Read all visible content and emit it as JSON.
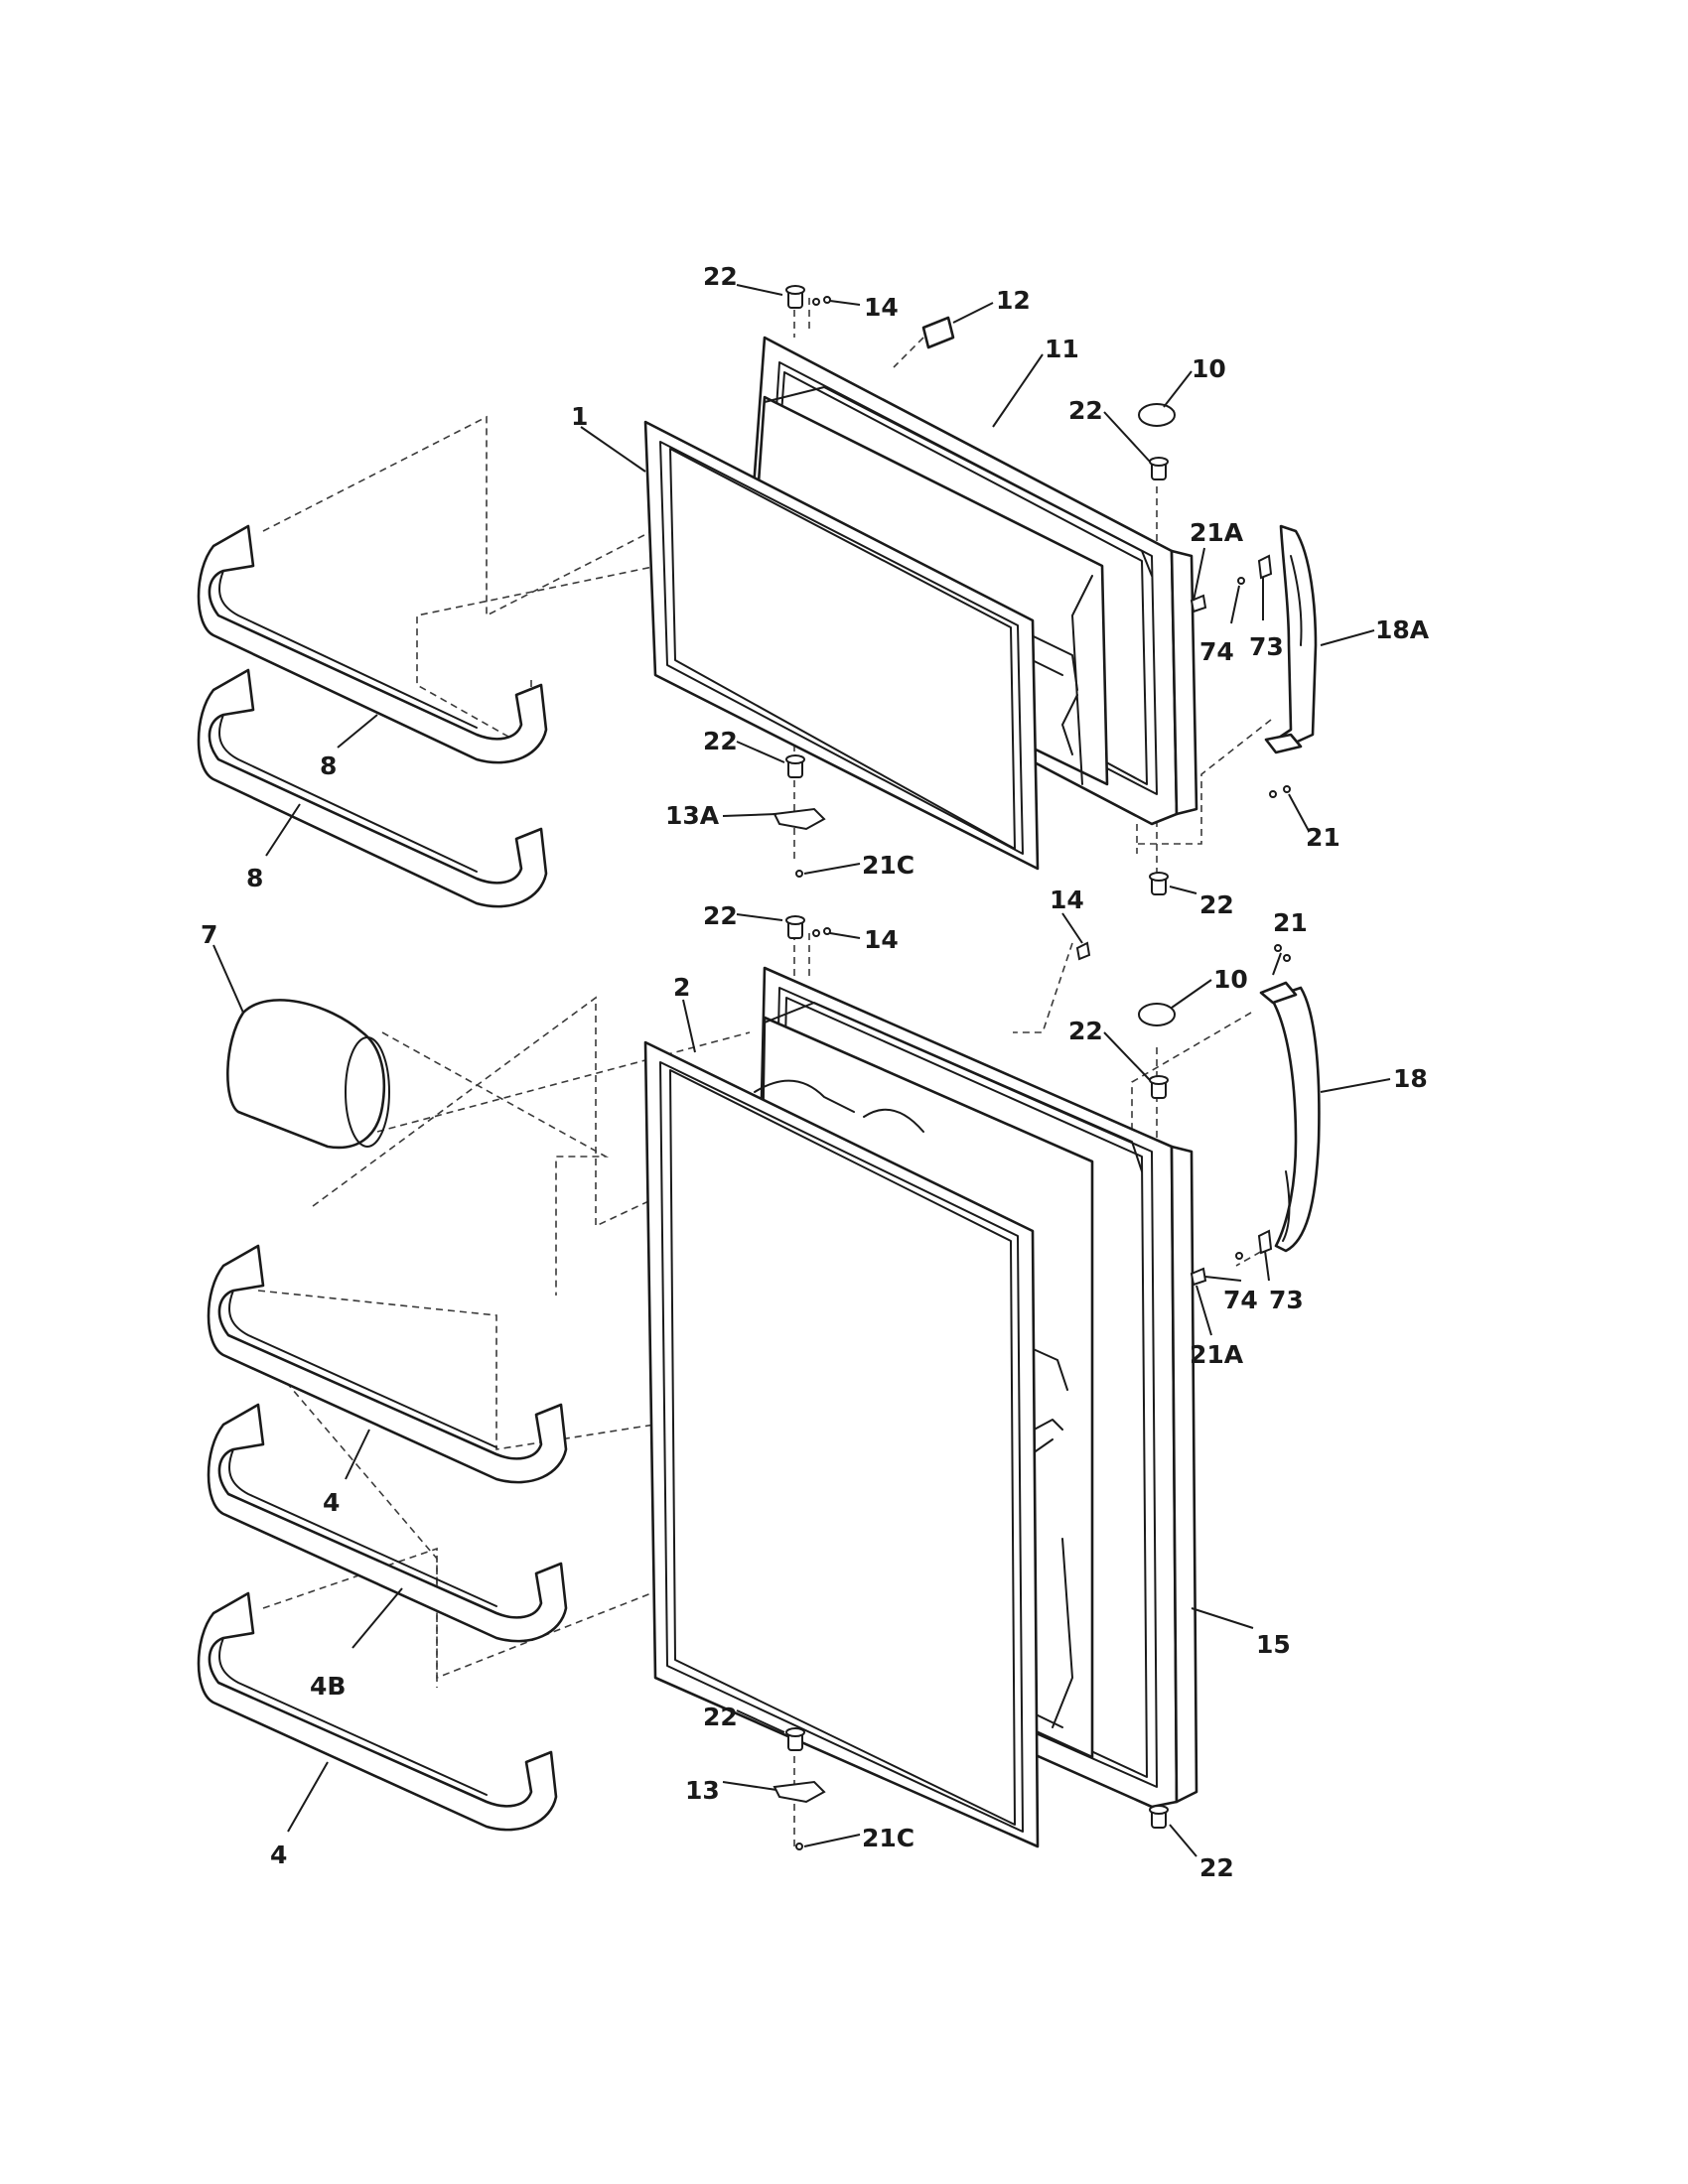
{
  "callouts": [
    {
      "id": "22",
      "text": "22"
    },
    {
      "id": "14",
      "text": "14"
    },
    {
      "id": "12",
      "text": "12"
    },
    {
      "id": "11",
      "text": "11"
    },
    {
      "id": "10",
      "text": "10"
    },
    {
      "id": "1",
      "text": "1"
    },
    {
      "id": "21A",
      "text": "21A"
    },
    {
      "id": "18A",
      "text": "18A"
    },
    {
      "id": "74",
      "text": "74"
    },
    {
      "id": "73",
      "text": "73"
    },
    {
      "id": "8",
      "text": "8"
    },
    {
      "id": "13A",
      "text": "13A"
    },
    {
      "id": "21C",
      "text": "21C"
    },
    {
      "id": "21",
      "text": "21"
    },
    {
      "id": "7",
      "text": "7"
    },
    {
      "id": "2",
      "text": "2"
    },
    {
      "id": "18",
      "text": "18"
    },
    {
      "id": "4",
      "text": "4"
    },
    {
      "id": "4B",
      "text": "4B"
    },
    {
      "id": "15",
      "text": "15"
    },
    {
      "id": "13",
      "text": "13"
    }
  ]
}
